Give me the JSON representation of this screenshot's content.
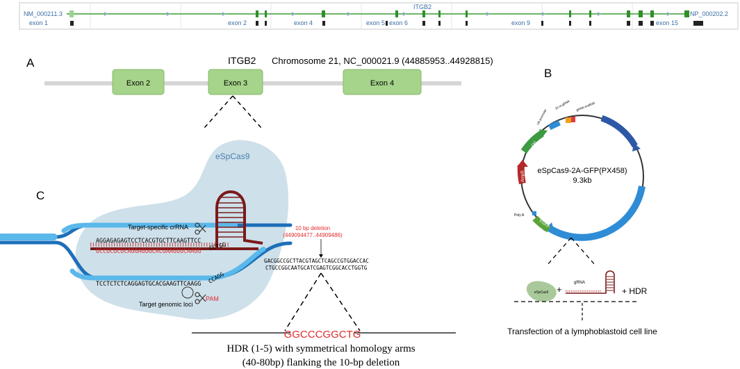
{
  "browser": {
    "gene": "ITGB2",
    "left_accession": "NM_000211.3",
    "right_accession": "NP_000202.2",
    "exons": [
      "exon 1",
      "exon 2",
      "exon 4",
      "exon 5",
      "exon 6",
      "exon 9",
      "exon 15"
    ]
  },
  "panel_a": {
    "letter": "A",
    "gene": "ITGB2",
    "chrom": "Chromosome 21, NC_000021.9 (44885953..44928815)",
    "exon2": "Exon 2",
    "exon3": "Exon 3",
    "exon4": "Exon 4"
  },
  "panel_b": {
    "letter": "B",
    "plasmid_name": "eSpCas9-2A-GFP(PX458)",
    "plasmid_size": "9.3kb",
    "u6": "U6 promoter",
    "grna20": "20 nt gRNA",
    "scaffold": "gRNA scaffold",
    "ori": "Ori",
    "ampr": "AmpR",
    "polya": "Poly A",
    "gfp": "EGFP",
    "cas9": "eSpCas9",
    "cas9_small": "eSpCas9",
    "grna": "gRNA",
    "plus1": "+",
    "plus_hdr": "+ HDR",
    "transfection": "Transfection of a lymphoblastoid cell line"
  },
  "panel_c": {
    "letter": "C",
    "cas9_label": "eSpCas9",
    "crrna_label": "Target-specific crRNA",
    "top_seq": "AGGAGAGAGTCCTCACGTGCTTCAAGTTCC",
    "rna_seq": "UCCUCUCUCAGGAGUGCACGAAGUUCAAGG",
    "bottom_seq": "TCCTCTCTCAGGAGTGCACGAAGTTCAAGG",
    "pam_top": "CCTGG",
    "pam_bottom": "CCAGG",
    "pam": "PAM",
    "loci_label": "Target genomic loci",
    "deletion_title": "10 bp deletion",
    "deletion_coords": "(449094477..44909486)",
    "right_top_seq": "GACGGCCGCTTACGTAGCTCAGCCGTGGACCAC",
    "right_bottom_seq": "CTGCCGGCAATGCATCGAGTCGGCACCTGGTG",
    "deleted_seq": "GGCCCGGCTG",
    "hdr_line1": "HDR (1-5) with symmetrical homology arms",
    "hdr_line2": "(40-80bp) flanking the 10-bp deletion"
  }
}
